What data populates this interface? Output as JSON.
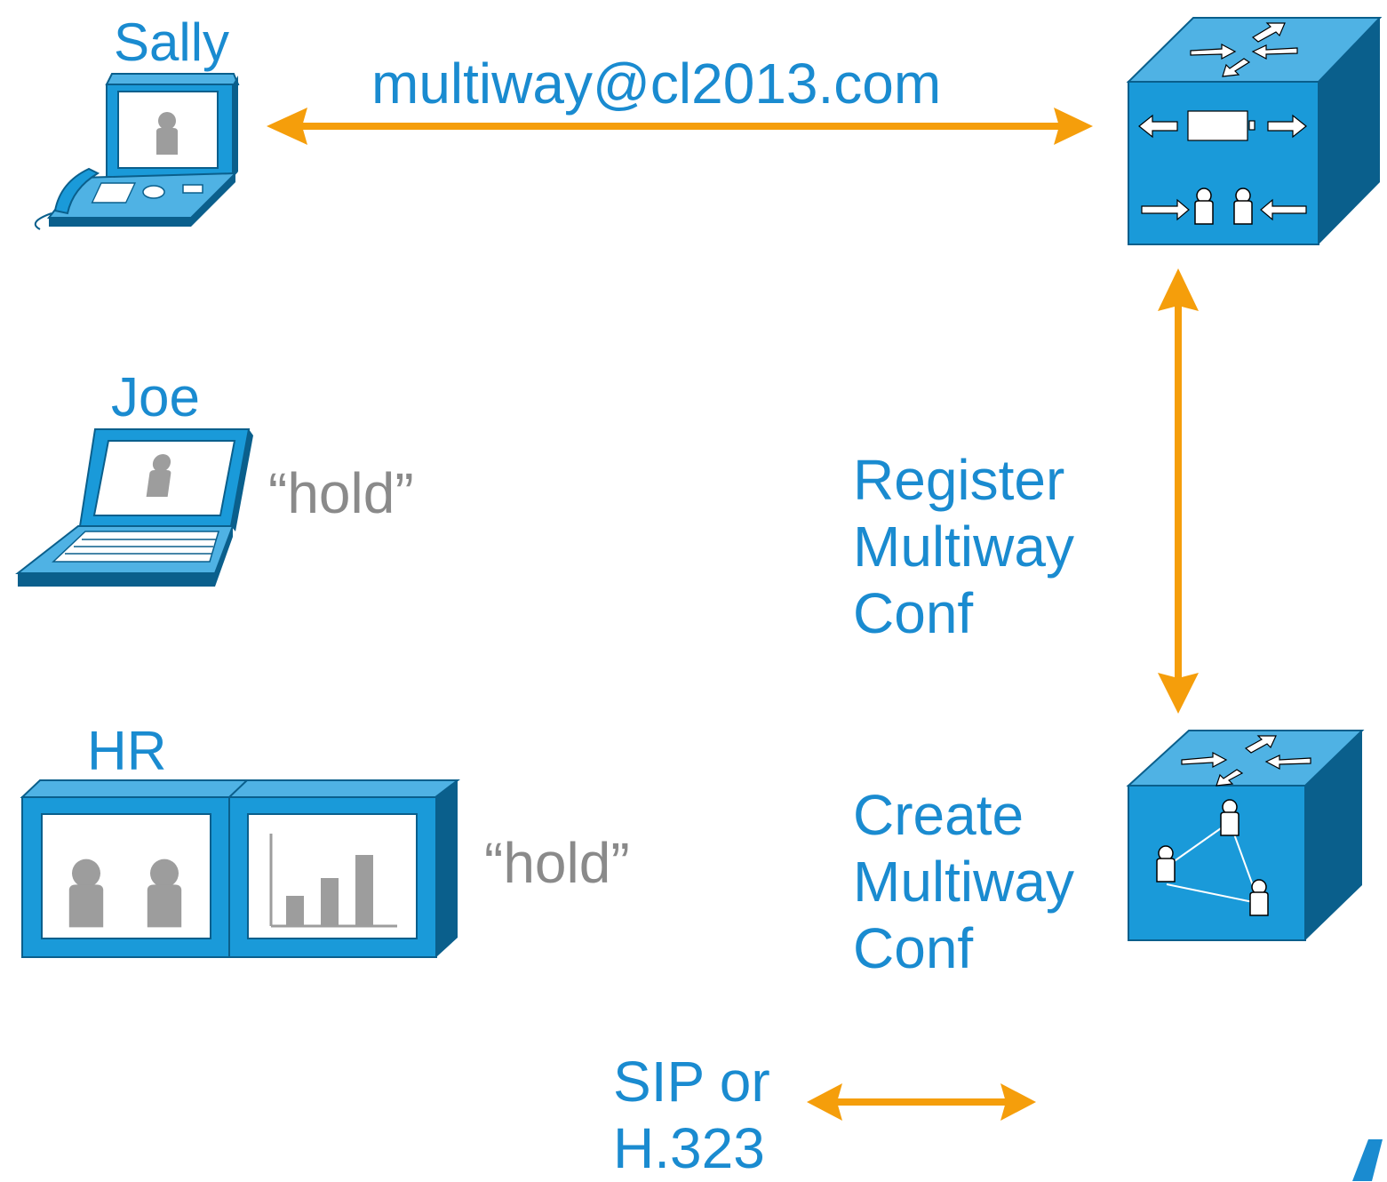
{
  "labels": {
    "sally": "Sally",
    "joe": "Joe",
    "hr": "HR",
    "joe_status": "“hold”",
    "hr_status": "“hold”",
    "sally_link": "multiway@cl2013.com",
    "register": [
      "Register",
      "Multiway",
      "Conf"
    ],
    "create": [
      "Create",
      "Multiway",
      "Conf"
    ],
    "protocol": [
      "SIP or",
      "H.323"
    ]
  },
  "icons": {
    "sally": "ip-video-phone-icon",
    "joe": "laptop-video-icon",
    "hr": "telepresence-icon",
    "server_top": "video-gateway-icon",
    "server_bottom": "conference-bridge-icon"
  },
  "colors": {
    "text_blue": "#1a8bd0",
    "text_gray": "#8a8a8a",
    "arrow": "#f59e0b",
    "device_face": "#1a9ad9",
    "device_top": "#4fb2e4",
    "device_side": "#0a5f8c",
    "person": "#9d9d9d"
  }
}
